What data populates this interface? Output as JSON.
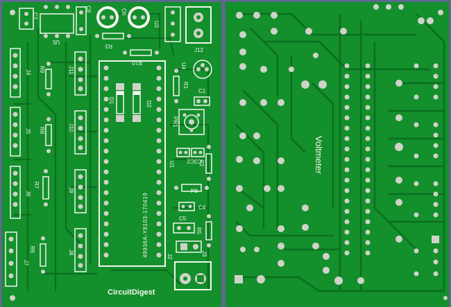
{
  "photo": {
    "background_color": "#5d6a8a",
    "board_color": "#138f2c",
    "trace_color": "#0b6e1e",
    "pad_color": "#cfd3c8",
    "silkscreen_color": "#f4f6ee"
  },
  "left_board": {
    "brand": "CircuitDigest",
    "part_number": "49936A-Y8103-170419",
    "designators": {
      "c7": "C7",
      "c6": "C6",
      "c8": "C8",
      "u5": "U5",
      "u2": "U2",
      "r3": "R3",
      "j12": "J12",
      "r10": "R10",
      "u4": "U4",
      "r9": "R9",
      "j4": "J4",
      "j11": "J11",
      "d1": "D1",
      "d2": "D2",
      "r1": "R1",
      "c1": "C1",
      "r8": "R8",
      "j5": "J5",
      "j10": "J10",
      "pr1": "PR1",
      "u1": "U1",
      "c3c2": "C3C2",
      "r2": "R2",
      "r7": "R7",
      "j6": "J6",
      "j9": "J9",
      "r4": "R4",
      "c4": "C4",
      "c5": "C5",
      "r5": "R5",
      "r6": "R6",
      "j7": "J7",
      "j8": "J8",
      "j3": "J3",
      "j2": "J2"
    }
  },
  "right_board": {
    "title": "Voltmeter"
  }
}
